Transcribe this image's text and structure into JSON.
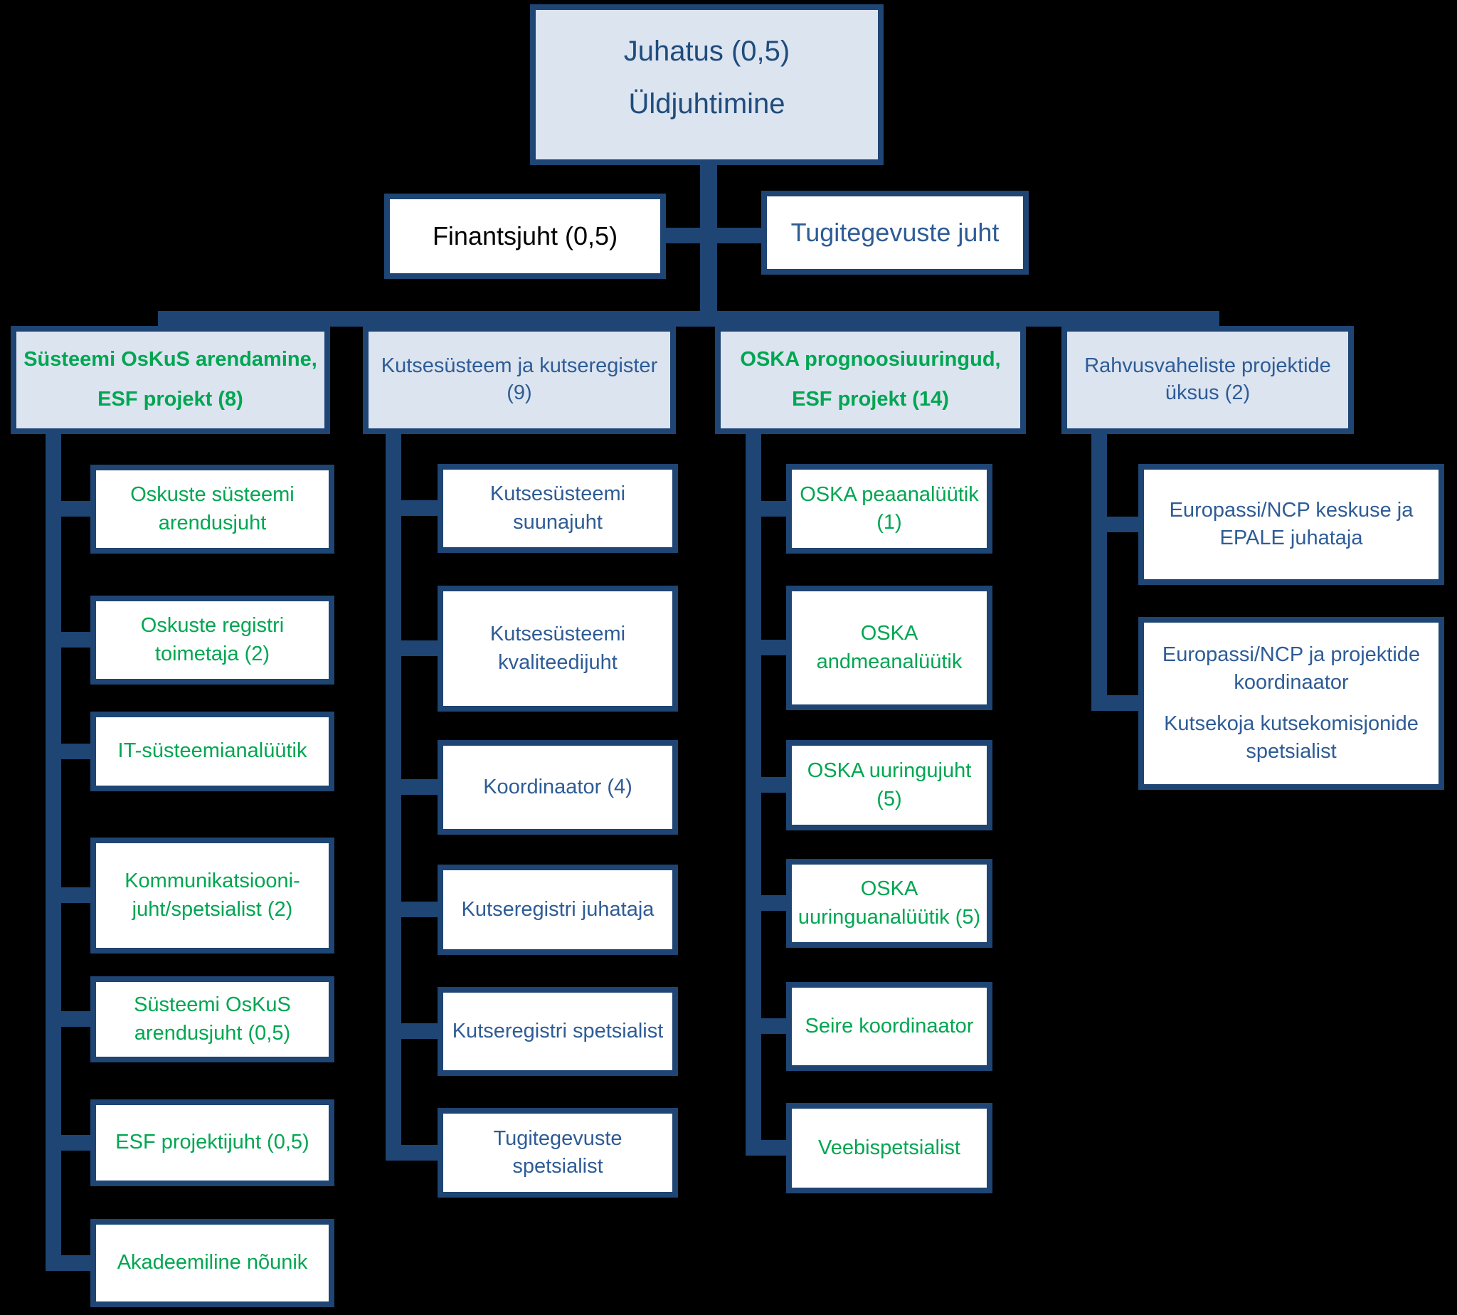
{
  "background": "#000000",
  "colors": {
    "border_navy": "#1E4573",
    "connector_navy": "#1E4573",
    "fill_light_blue": "#DCE4F0",
    "fill_white": "#FFFFFF",
    "text_green": "#00A651",
    "text_blue": "#2E5C96",
    "text_dark_navy": "#1F4C7C",
    "text_black": "#000000"
  },
  "root": {
    "line1": "Juhatus (0,5)",
    "line2": "Üldjuhtimine"
  },
  "level2": [
    {
      "label": "Finantsjuht (0,5)"
    },
    {
      "label": "Tugitegevuste juht"
    }
  ],
  "departments": [
    {
      "line1": "Süsteemi OsKuS arendamine,",
      "line2": "ESF projekt (8)",
      "items": [
        {
          "label": "Oskuste süsteemi arendusjuht"
        },
        {
          "label": "Oskuste registri toimetaja (2)"
        },
        {
          "label": "IT-süsteemianalüütik"
        },
        {
          "label": "Kommunikatsiooni-juht/spetsialist (2)"
        },
        {
          "label": "Süsteemi OsKuS arendusjuht (0,5)"
        },
        {
          "label": "ESF projektijuht (0,5)"
        },
        {
          "label": "Akadeemiline nõunik"
        }
      ]
    },
    {
      "label": "Kutsesüsteem ja kutseregister (9)",
      "items": [
        {
          "label": "Kutsesüsteemi suunajuht"
        },
        {
          "label": "Kutsesüsteemi kvaliteedijuht"
        },
        {
          "label": "Koordinaator (4)"
        },
        {
          "label": "Kutseregistri juhataja"
        },
        {
          "label": "Kutseregistri spetsialist"
        },
        {
          "label": "Tugitegevuste spetsialist"
        }
      ]
    },
    {
      "line1": "OSKA prognoosiuuringud,",
      "line2": "ESF projekt (14)",
      "items": [
        {
          "label": "OSKA peaanalüütik (1)"
        },
        {
          "label": "OSKA andmeanalüütik"
        },
        {
          "label": "OSKA uuringujuht (5)"
        },
        {
          "label": "OSKA uuringuanalüütik (5)"
        },
        {
          "label": "Seire koordinaator"
        },
        {
          "label": "Veebispetsialist"
        }
      ]
    },
    {
      "label": "Rahvusvaheliste projektide üksus (2)",
      "items": [
        {
          "label": "Europassi/NCP keskuse ja EPALE juhataja"
        },
        {
          "label": "Europassi/NCP ja projektide koordinaator",
          "label2": "Kutsekoja kutsekomisjonide spetsialist"
        }
      ]
    }
  ]
}
